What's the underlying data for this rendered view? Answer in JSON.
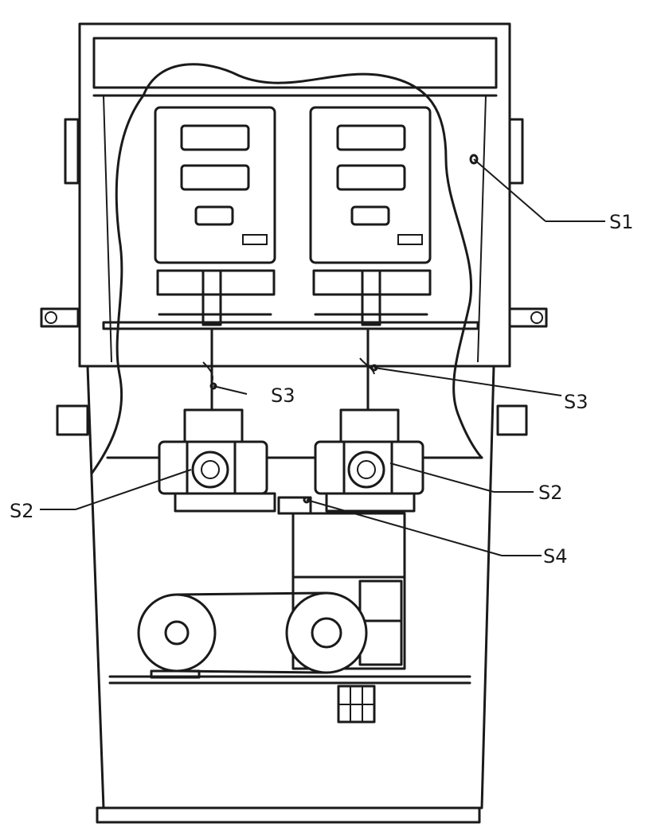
{
  "labels": {
    "s1": "S1",
    "s3_left": "S3",
    "s3_right": "S3",
    "s2_left": "S2",
    "s2_right": "S2",
    "s4": "S4"
  },
  "colors": {
    "ink": "#1a1a1a",
    "paper": "#ffffff"
  }
}
